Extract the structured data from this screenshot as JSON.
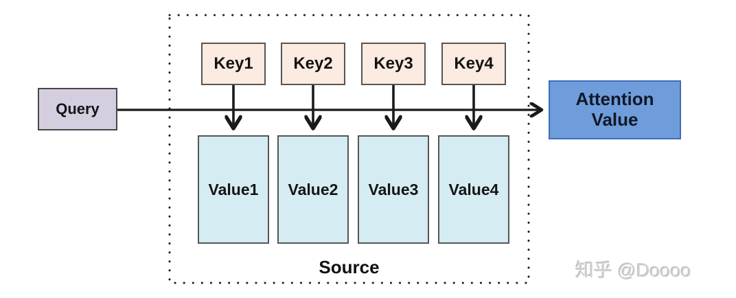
{
  "diagram": {
    "query_label": "Query",
    "keys": [
      "Key1",
      "Key2",
      "Key3",
      "Key4"
    ],
    "values": [
      "Value1",
      "Value2",
      "Value3",
      "Value4"
    ],
    "output_label": "Attention Value",
    "source_label": "Source",
    "watermark": "知乎 @Doooo",
    "colors": {
      "query_fill": "#d5cee1",
      "key_fill": "#fcebe0",
      "value_fill": "#d4ecf2",
      "output_fill": "#6f9cdb",
      "output_border": "#3e6db5",
      "box_border": "#555555",
      "line_color": "#1a1a1a",
      "watermark_color": "#cfcfcf"
    }
  }
}
